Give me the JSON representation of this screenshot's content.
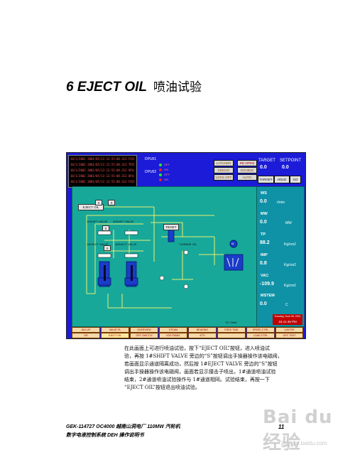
{
  "heading": {
    "number": "6",
    "title": "EJECT OIL",
    "title_cn": "喷油试验"
  },
  "screenshot": {
    "alarm_rows": [
      "10/1/2002  2001/05/13  12:55:08.312  FAIL",
      "10/1/2002  2001/05/13  12:55:08.312  TRIP",
      "10/1/2002  2001/05/13  12:55:08.312  VPLG",
      "10/1/2002  2001/05/13  12:55:08.312  UPLG",
      "10/1/2002  2001/05/13  12:55:08.312  FAIL"
    ],
    "dpu1": "DPU01",
    "dpu2": "DPU02",
    "dpu_indicators": [
      "OFF",
      "ON",
      "OFF",
      "ON"
    ],
    "controls": {
      "latched": "LATCHED",
      "single": "SINGLE",
      "lock": "LOCK OFF",
      "reopen": "RE-OPEN",
      "double": "DOUBLE",
      "auto": "AUTO"
    },
    "target_label": "TARGET",
    "target_value": "0.0",
    "setpoint_label": "SETPOINT",
    "setpoint_value": "0.0",
    "buttons": {
      "target": "TARGET",
      "hold": "HOLD",
      "go": "GO"
    },
    "diagram": {
      "eject_oil": "EJECT OIL",
      "shift_valve_1": "1#SHIFT VALVE",
      "shift_valve_2": "2#SHIFT VALVE",
      "eject_valve_1": "1#EJECT VALVE",
      "eject_valve_2": "2#EJECT VALVE",
      "reset": "RESET",
      "turbine_oil": "TURBINE OIL",
      "to_tank": "TO TANK",
      "s1": "S",
      "s2": "S",
      "s3": "S",
      "s4": "S",
      "m": "M"
    },
    "side_panel": {
      "ws_label": "WS",
      "ws_value": "0.0",
      "ws_unit": "r/min",
      "mw_label": "MW",
      "mw_value": "0.0",
      "mw_unit": "MW",
      "tp_label": "TP",
      "tp_value": "88.2",
      "tp_unit": "Kg/cm2",
      "imp_label": "IMP",
      "imp_value": "0.8",
      "imp_unit": "Kg/cm2",
      "vac_label": "VAC",
      "vac_value": "-109.9",
      "vac_unit": "Kg/cm2",
      "mstem_label": "MSTEM",
      "mstem_value": "0.0",
      "mstem_unit": "C",
      "clock_date": "Tuesday, June 05, 2001",
      "clock_time": "15:41:48 PM"
    },
    "tabs_row1": [
      "ADJ UP",
      "VALVE PL",
      "OVERVIEW",
      "STEAM",
      "BEARING",
      "PRED TIME",
      "SPEED CTRL",
      "LIMITER"
    ],
    "tabs_row2": [
      "DR",
      "EJECT OIL",
      "OPC SWITCH",
      "VDS PANEL",
      "ETS",
      "",
      "LOAD CTRL",
      "OPC TEST"
    ]
  },
  "paragraph": [
    "在此画面上可进行喷油试验，按下“EJECT OIL”按钮，进入喷油试",
    "验，再按 1#SHIFT VALVE 旁边的“S”按钮调出手操器操作该电磁阀，",
    "若画面显示通道隔离成功，然后按 1#EJECT VALVE 旁边的“S”按钮",
    "调出手操器操作该电磁阀，画面若显示撞击子喷出，1#通道喷油试验",
    "结束，2#通道喷油试验操作与 1#通道相同。试验结束，再按一下",
    "“EJECT OIL”按钮退出喷油试验。"
  ],
  "footer": {
    "line1": "GEK-114727 OC4000 越南山洞电厂 110MW 汽轮机",
    "line2": "数字电液控制系统 DEH 操作说明书",
    "page": "11"
  },
  "watermark": {
    "main": "Bai du 经验",
    "sub": "jingyan.baidu.com"
  }
}
